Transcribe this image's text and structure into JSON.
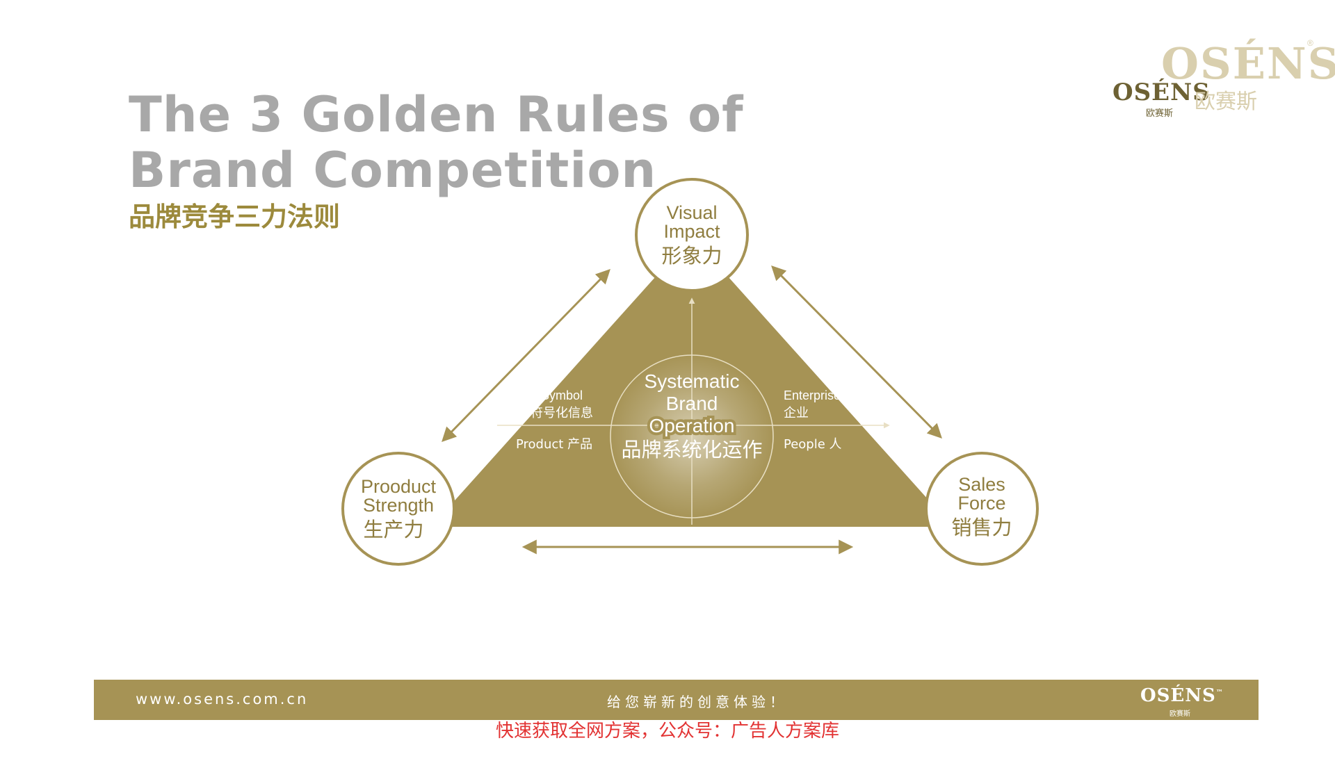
{
  "title": {
    "line1": "The 3 Golden Rules of",
    "line2": "Brand Competition",
    "chinese": "品牌竞争三力法则"
  },
  "logo": {
    "text": "OSÉNS",
    "chinese": "欧赛斯",
    "registered": "®"
  },
  "diagram": {
    "top_node": {
      "line1": "Visual",
      "line2": "Impact",
      "chinese": "形象力"
    },
    "left_node": {
      "line1": "Prooduct",
      "line2": "Strength",
      "chinese": "生产力"
    },
    "right_node": {
      "line1": "Sales",
      "line2": "Force",
      "chinese": "销售力"
    },
    "center": {
      "line1": "Systematic",
      "line2": "Brand",
      "line3": "Operation",
      "chinese": "品牌系统化运作"
    },
    "symbol_label": "Symbol",
    "symbol_chinese": "符号化信息",
    "product_label": "Product 产品",
    "enterprise_label": "Enterprise",
    "enterprise_chinese": "企业",
    "people_label": "People 人"
  },
  "footer": {
    "url": "www.osens.com.cn",
    "slogan": "给您崭新的创意体验！",
    "logo": "OSÉNS",
    "logo_chinese": "欧赛斯",
    "logo_tm": "™"
  },
  "watermark": "快速获取全网方案，公众号：广告人方案库",
  "colors": {
    "gold": "#a69355",
    "gold_dark": "#8f7d3f",
    "title_gray": "#a8a8a8",
    "subtitle_gold": "#9c8a3c",
    "watermark_red": "#e23232"
  }
}
